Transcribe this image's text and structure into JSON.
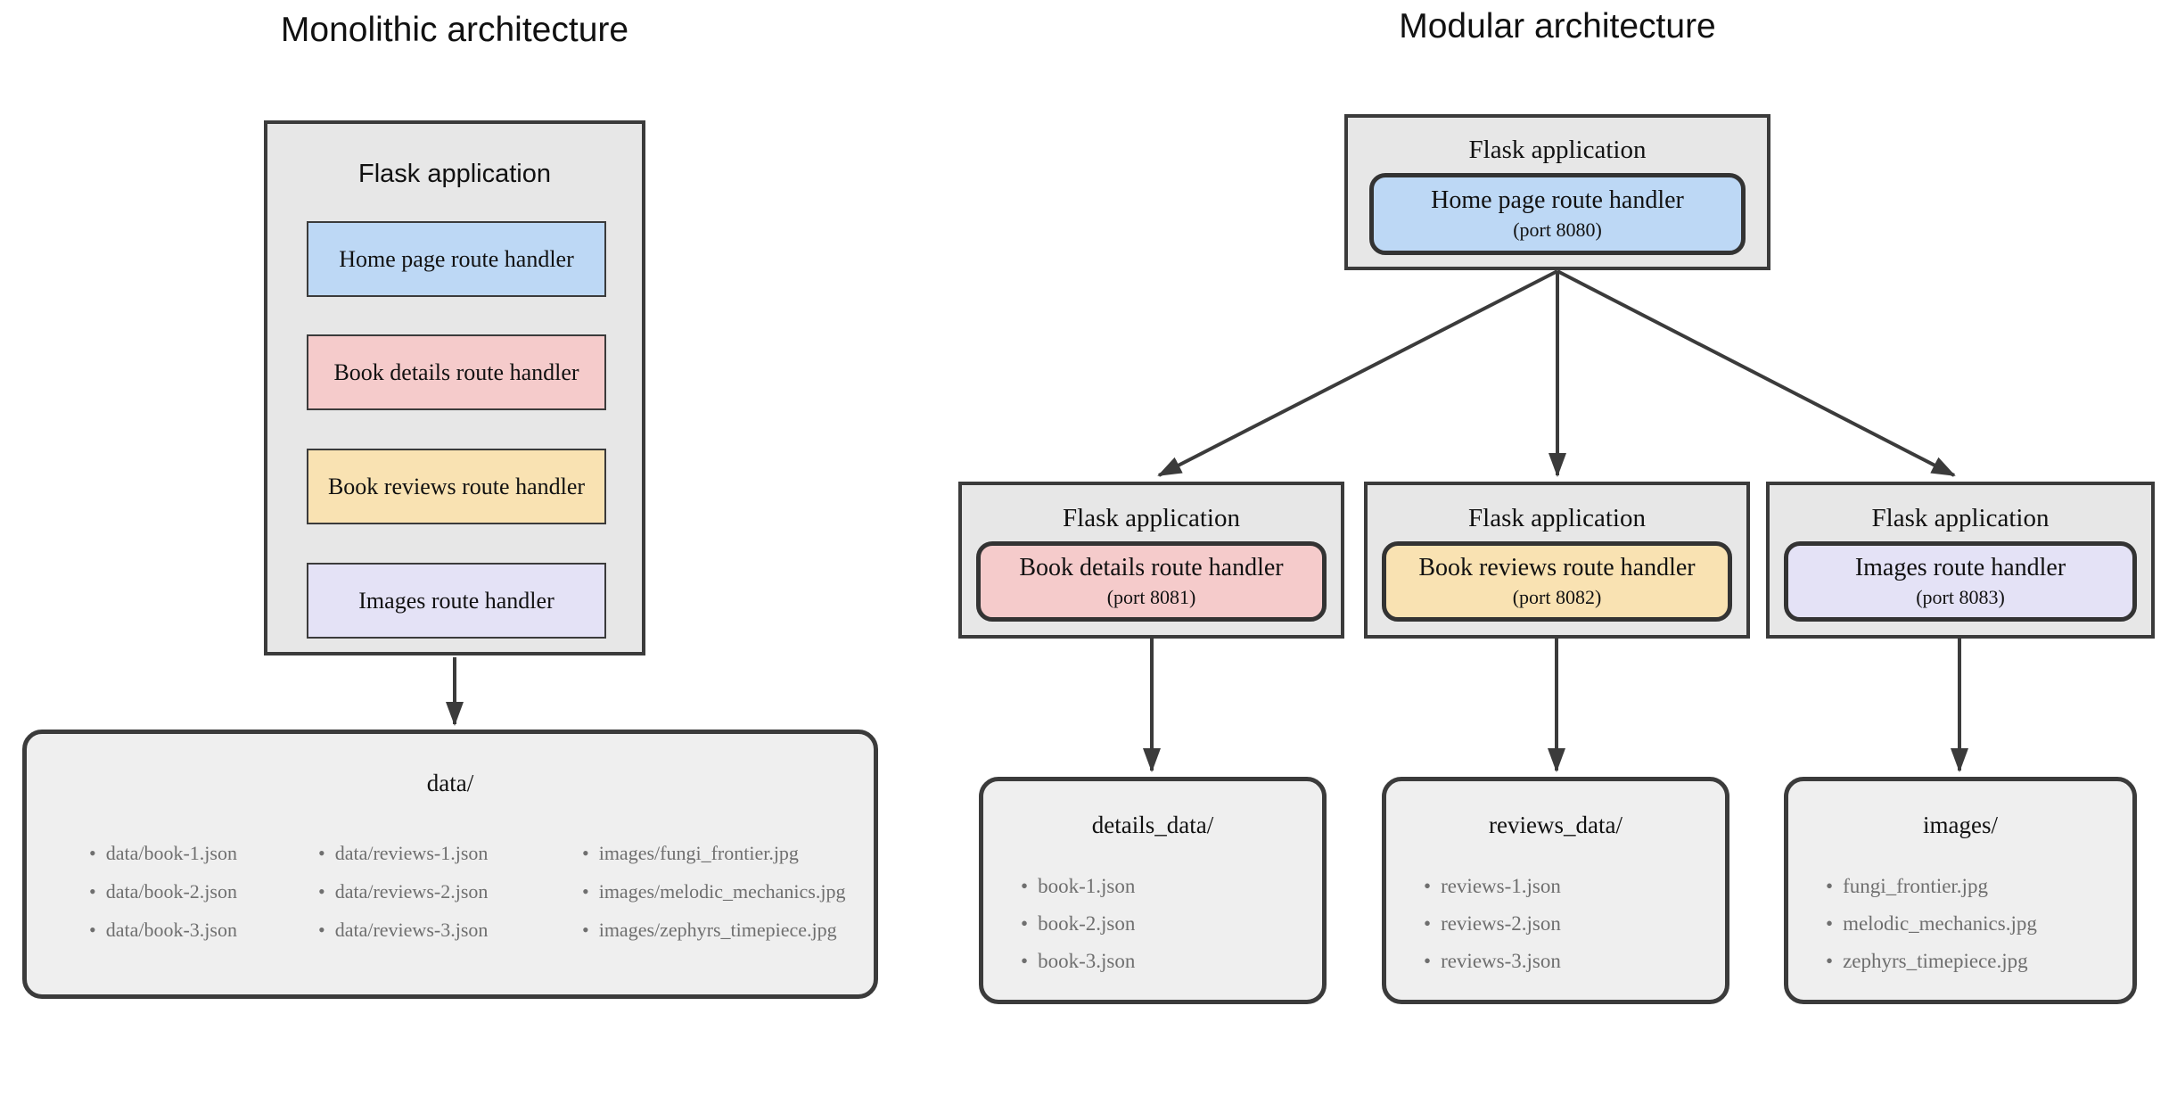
{
  "colors": {
    "app_box_fill": "#e7e7e7",
    "data_box_fill": "#efefef",
    "outline": "#3b3b3b",
    "handler_blue": "#bdd8f5",
    "handler_pink": "#f5cbcb",
    "handler_yellow": "#f9e2b2",
    "handler_lavender": "#e4e2f6",
    "file_text_gray": "#6f6f6f"
  },
  "monolithic": {
    "title": "Monolithic architecture",
    "app": {
      "label": "Flask application",
      "handlers": [
        {
          "label": "Home page route handler"
        },
        {
          "label": "Book details route handler"
        },
        {
          "label": "Book reviews route handler"
        },
        {
          "label": "Images route handler"
        }
      ]
    },
    "data_box": {
      "title": "data/",
      "columns": [
        {
          "items": [
            "data/book-1.json",
            "data/book-2.json",
            "data/book-3.json"
          ]
        },
        {
          "items": [
            "data/reviews-1.json",
            "data/reviews-2.json",
            "data/reviews-3.json"
          ]
        },
        {
          "items": [
            "images/fungi_frontier.jpg",
            "images/melodic_mechanics.jpg",
            "images/zephyrs_timepiece.jpg"
          ]
        }
      ]
    }
  },
  "modular": {
    "title": "Modular architecture",
    "root": {
      "label": "Flask application",
      "handler": "Home page route handler",
      "port": "(port 8080)"
    },
    "services": [
      {
        "label": "Flask application",
        "handler": "Book details route handler",
        "port": "(port 8081)",
        "data_box": {
          "title": "details_data/",
          "items": [
            "book-1.json",
            "book-2.json",
            "book-3.json"
          ]
        }
      },
      {
        "label": "Flask application",
        "handler": "Book reviews route handler",
        "port": "(port 8082)",
        "data_box": {
          "title": "reviews_data/",
          "items": [
            "reviews-1.json",
            "reviews-2.json",
            "reviews-3.json"
          ]
        }
      },
      {
        "label": "Flask application",
        "handler": "Images route handler",
        "port": "(port 8083)",
        "data_box": {
          "title": "images/",
          "items": [
            "fungi_frontier.jpg",
            "melodic_mechanics.jpg",
            "zephyrs_timepiece.jpg"
          ]
        }
      }
    ]
  }
}
